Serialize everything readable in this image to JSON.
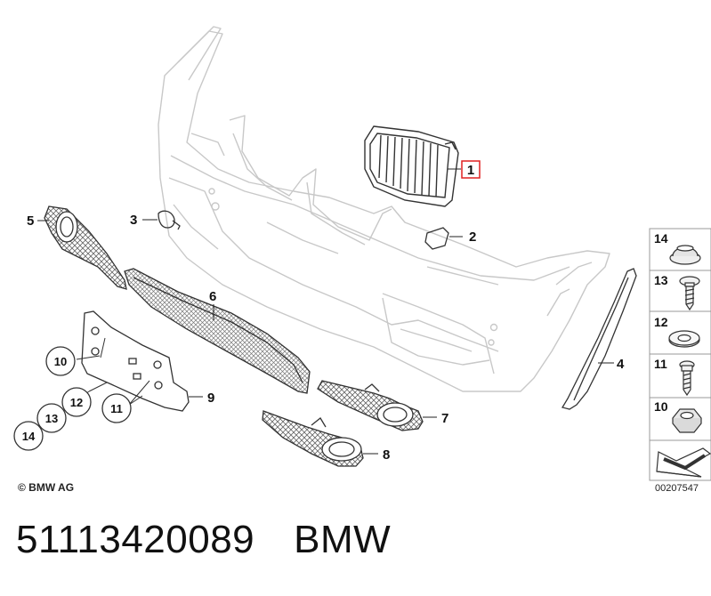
{
  "callouts": {
    "c1": "1",
    "c2": "2",
    "c3": "3",
    "c4": "4",
    "c5": "5",
    "c6": "6",
    "c7": "7",
    "c8": "8",
    "c9": "9",
    "c10": "10",
    "c11": "11",
    "c12": "12",
    "c13": "13",
    "c14": "14"
  },
  "legend": {
    "items": [
      {
        "number": "14",
        "icon": "cap-icon"
      },
      {
        "number": "13",
        "icon": "screw-icon"
      },
      {
        "number": "12",
        "icon": "washer-icon"
      },
      {
        "number": "11",
        "icon": "bolt-icon"
      },
      {
        "number": "10",
        "icon": "nut-icon"
      }
    ]
  },
  "footer": {
    "copyright": "© BMW AG",
    "diagram_id": "00207547",
    "part_number": "51113420089",
    "brand": "BMW"
  },
  "colors": {
    "line": "#c8c8c8",
    "part_line": "#333333",
    "highlight": "#e02020",
    "legend_border": "#999999"
  }
}
